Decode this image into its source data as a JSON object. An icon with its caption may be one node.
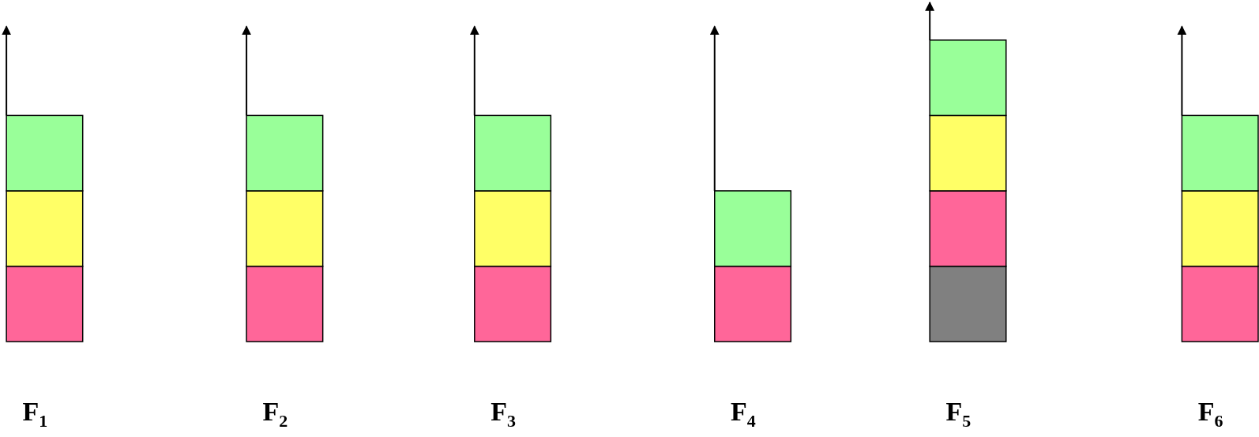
{
  "diagram": {
    "labels": [
      "F$_{1}$",
      "F$_{2}$",
      "F$_{3}$",
      "F$_{4}$",
      "F$_{5}$",
      "F$_{6}$"
    ]
  }
}
